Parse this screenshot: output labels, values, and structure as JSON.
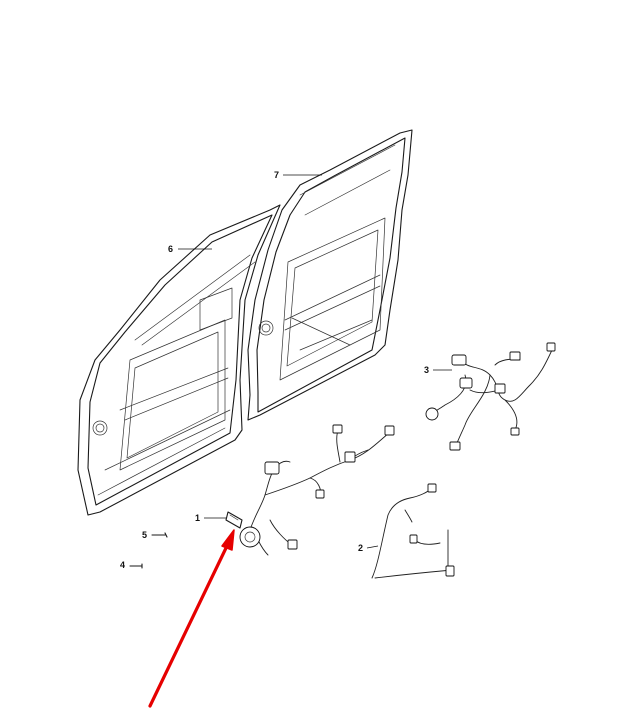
{
  "callouts": [
    {
      "id": "1",
      "text": "1"
    },
    {
      "id": "2",
      "text": "2"
    },
    {
      "id": "3",
      "text": "3"
    },
    {
      "id": "4",
      "text": "4"
    },
    {
      "id": "5",
      "text": "5"
    },
    {
      "id": "6",
      "text": "6"
    },
    {
      "id": "7",
      "text": "7"
    }
  ],
  "colors": {
    "line_art": "#1a1a1a",
    "arrow": "#e60000",
    "background": "#ffffff"
  },
  "highlight": {
    "target_callout": "1",
    "icon": "red-arrow"
  }
}
